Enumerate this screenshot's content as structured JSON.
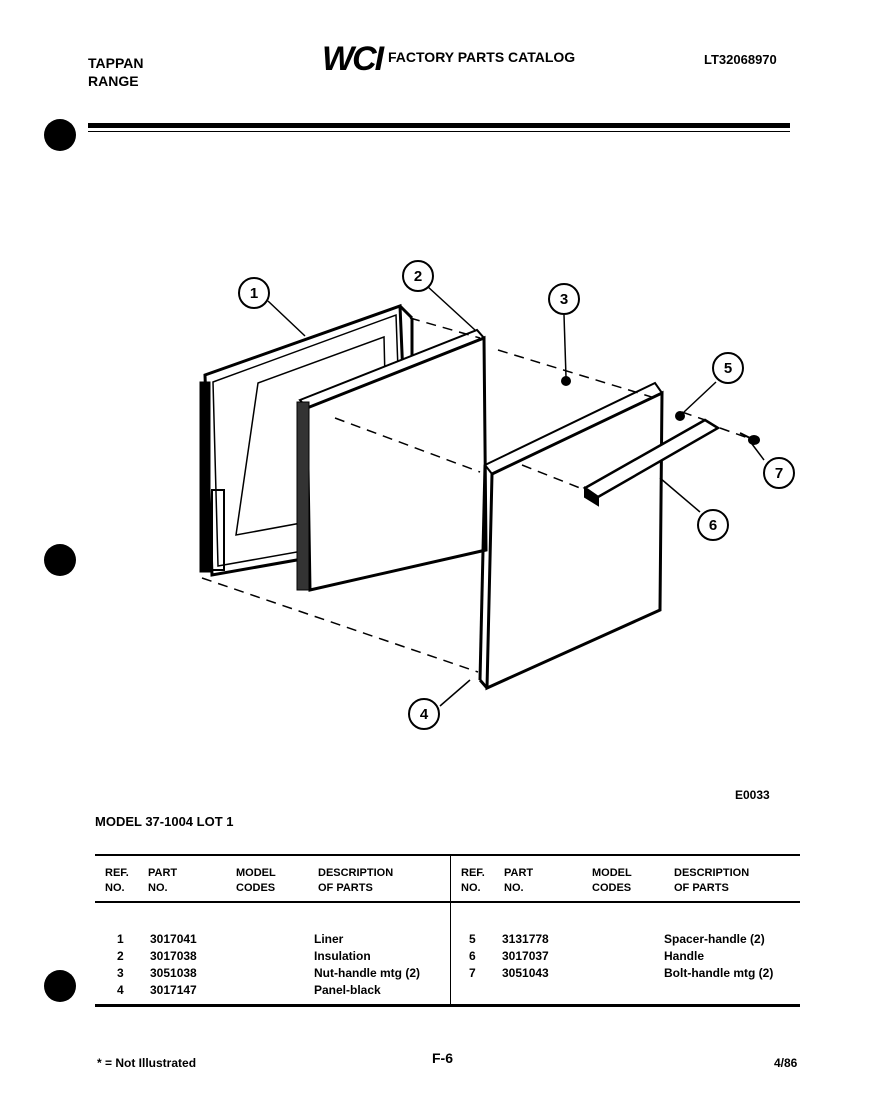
{
  "header": {
    "brand_line1": "TAPPAN",
    "brand_line2": "RANGE",
    "logo_text": "WCI",
    "catalog_title": "FACTORY PARTS CATALOG",
    "catalog_number": "LT32068970"
  },
  "diagram": {
    "callouts": [
      "1",
      "2",
      "3",
      "4",
      "5",
      "6",
      "7"
    ],
    "figure_code": "E0033"
  },
  "model": "MODEL 37-1004 LOT 1",
  "table": {
    "columns_left": [
      "REF.\nNO.",
      "PART\nNO.",
      "MODEL\nCODES",
      "DESCRIPTION\nOF PARTS"
    ],
    "columns_right": [
      "REF.\nNO.",
      "PART\nNO.",
      "MODEL\nCODES",
      "DESCRIPTION\nOF PARTS"
    ],
    "rows_left": [
      {
        "ref": "1",
        "part": "3017041",
        "code": "",
        "desc": "Liner"
      },
      {
        "ref": "2",
        "part": "3017038",
        "code": "",
        "desc": "Insulation"
      },
      {
        "ref": "3",
        "part": "3051038",
        "code": "",
        "desc": "Nut-handle mtg (2)"
      },
      {
        "ref": "4",
        "part": "3017147",
        "code": "",
        "desc": "Panel-black"
      }
    ],
    "rows_right": [
      {
        "ref": "5",
        "part": "3131778",
        "code": "",
        "desc": "Spacer-handle (2)"
      },
      {
        "ref": "6",
        "part": "3017037",
        "code": "",
        "desc": "Handle"
      },
      {
        "ref": "7",
        "part": "3051043",
        "code": "",
        "desc": "Bolt-handle mtg (2)"
      }
    ]
  },
  "footer": {
    "note": "* = Not Illustrated",
    "page": "F-6",
    "date": "4/86"
  }
}
